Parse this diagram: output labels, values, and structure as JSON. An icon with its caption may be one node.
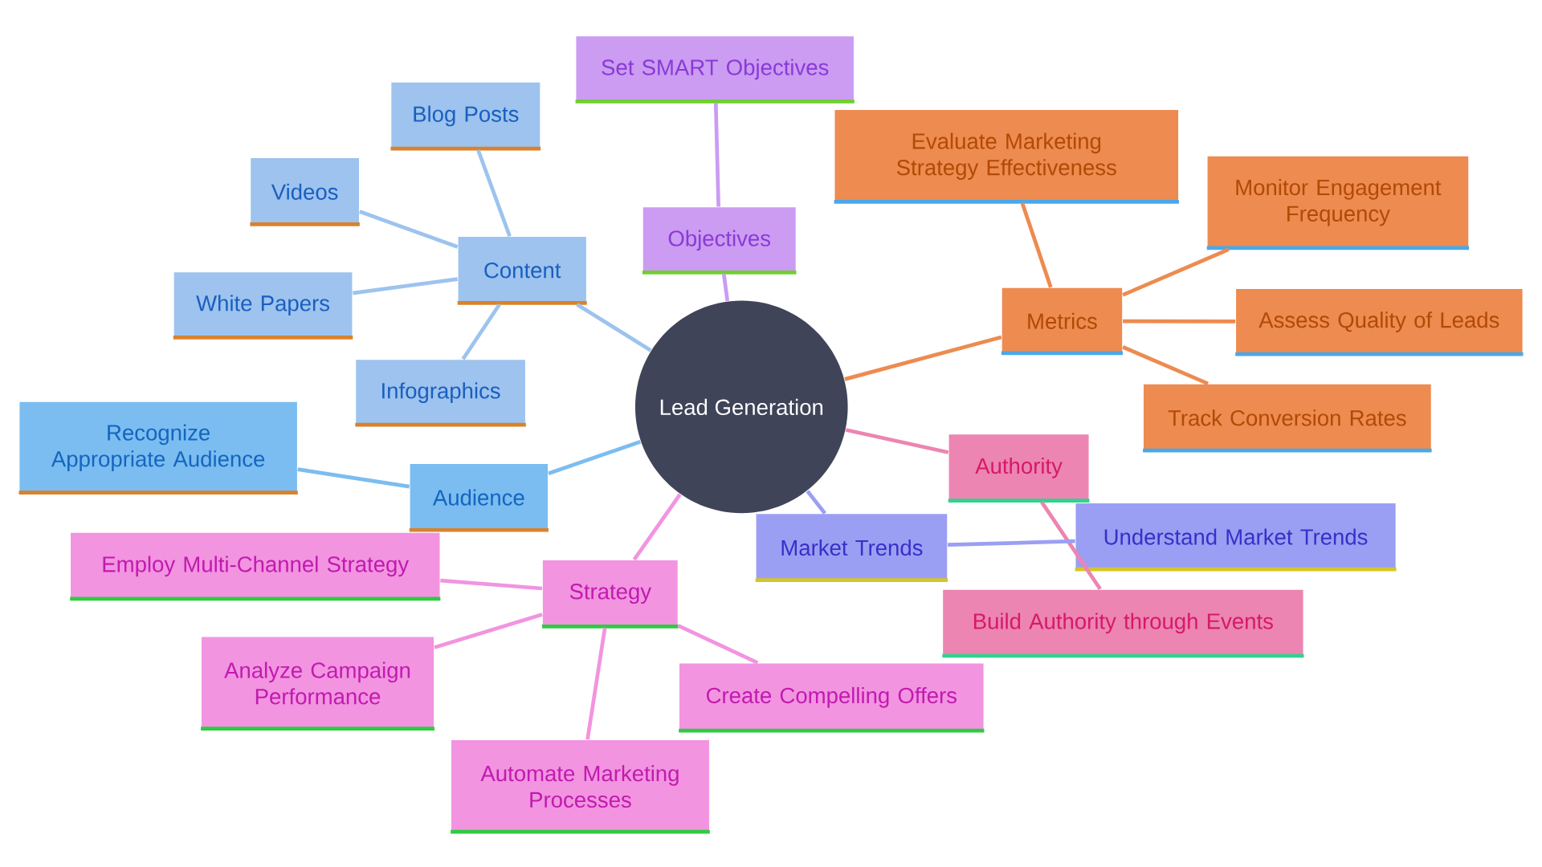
{
  "diagram": {
    "nodes": [
      {
        "text": [
          "Lead Generation"
        ]
      },
      {
        "text": [
          "Content"
        ]
      },
      {
        "text": [
          "Blog Posts"
        ]
      },
      {
        "text": [
          "Videos"
        ]
      },
      {
        "text": [
          "White Papers"
        ]
      },
      {
        "text": [
          "Infographics"
        ]
      },
      {
        "text": [
          "Audience"
        ]
      },
      {
        "text": [
          "Recognize Appropriate Audience"
        ]
      },
      {
        "text": [
          "Objectives"
        ]
      },
      {
        "text": [
          "Set SMART Objectives"
        ]
      },
      {
        "text": [
          "Metrics"
        ]
      },
      {
        "text": [
          "Evaluate Marketing Strategy Effectiveness"
        ]
      },
      {
        "text": [
          "Monitor Engagement Frequency"
        ]
      },
      {
        "text": [
          "Assess Quality of Leads"
        ]
      },
      {
        "text": [
          "Track Conversion Rates"
        ]
      },
      {
        "text": [
          "Authority"
        ]
      },
      {
        "text": [
          "Build Authority through Events"
        ]
      },
      {
        "text": [
          "Market Trends"
        ]
      },
      {
        "text": [
          "Understand Market Trends"
        ]
      },
      {
        "text": [
          "Strategy"
        ]
      },
      {
        "text": [
          "Employ Multi-Channel Strategy"
        ]
      },
      {
        "text": [
          "Analyze Campaign Performance"
        ]
      },
      {
        "text": [
          "Automate Marketing Processes"
        ]
      },
      {
        "text": [
          "Create Compelling Offers"
        ]
      }
    ],
    "edges": [
      {
        "from": 0,
        "to": 1,
        "arrow": "none",
        "color": "#9dc3ee"
      },
      {
        "from": 1,
        "to": 2,
        "arrow": "none",
        "color": "#9dc3ee"
      },
      {
        "from": 1,
        "to": 3,
        "arrow": "none",
        "color": "#9dc3ee"
      },
      {
        "from": 1,
        "to": 4,
        "arrow": "none",
        "color": "#9dc3ee"
      },
      {
        "from": 1,
        "to": 5,
        "arrow": "none",
        "color": "#9dc3ee"
      },
      {
        "from": 0,
        "to": 6,
        "arrow": "none",
        "color": "#7bbdf0"
      },
      {
        "from": 6,
        "to": 7,
        "arrow": "none",
        "color": "#7bbdf0"
      },
      {
        "from": 0,
        "to": 8,
        "arrow": "none",
        "color": "#cb9cf2"
      },
      {
        "from": 8,
        "to": 9,
        "arrow": "none",
        "color": "#cb9cf2"
      },
      {
        "from": 0,
        "to": 10,
        "arrow": "none",
        "color": "#ed8b50"
      },
      {
        "from": 10,
        "to": 11,
        "arrow": "none",
        "color": "#ed8b50"
      },
      {
        "from": 10,
        "to": 12,
        "arrow": "none",
        "color": "#ed8b50"
      },
      {
        "from": 10,
        "to": 13,
        "arrow": "none",
        "color": "#ed8b50"
      },
      {
        "from": 10,
        "to": 14,
        "arrow": "none",
        "color": "#ed8b50"
      },
      {
        "from": 0,
        "to": 15,
        "arrow": "none",
        "color": "#ec85b2"
      },
      {
        "from": 15,
        "to": 16,
        "arrow": "none",
        "color": "#ec85b2"
      },
      {
        "from": 0,
        "to": 17,
        "arrow": "none",
        "color": "#9b9ff3"
      },
      {
        "from": 17,
        "to": 18,
        "arrow": "none",
        "color": "#9b9ff3"
      },
      {
        "from": 0,
        "to": 19,
        "arrow": "none",
        "color": "#f294e0"
      },
      {
        "from": 19,
        "to": 20,
        "arrow": "none",
        "color": "#f294e0"
      },
      {
        "from": 19,
        "to": 21,
        "arrow": "none",
        "color": "#f294e0"
      },
      {
        "from": 19,
        "to": 22,
        "arrow": "none",
        "color": "#f294e0"
      },
      {
        "from": 19,
        "to": 23,
        "arrow": "none",
        "color": "#f294e0"
      }
    ]
  }
}
